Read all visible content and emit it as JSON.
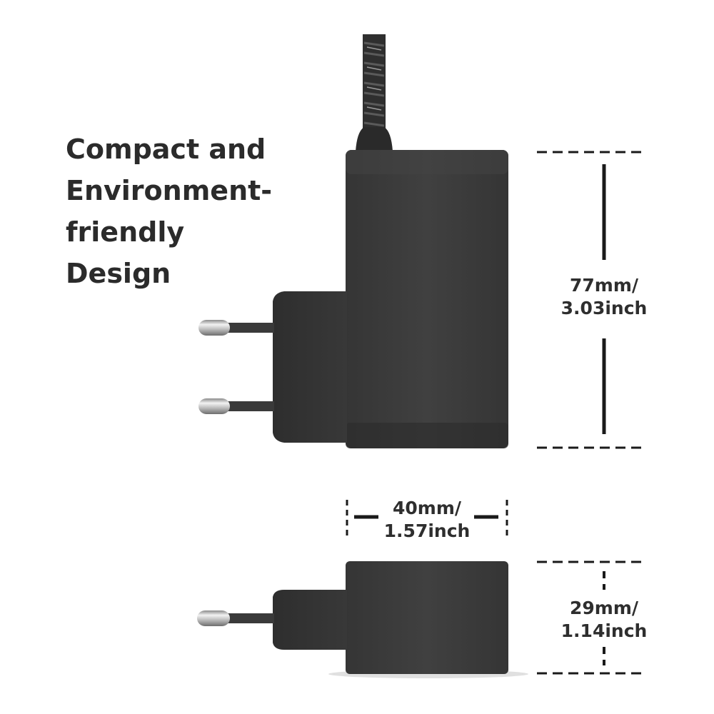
{
  "headline": {
    "lines": [
      "Compact and",
      "Environment-",
      "friendly",
      "Design"
    ]
  },
  "dimensions": {
    "height": {
      "line1": "77mm/",
      "line2": "3.03inch"
    },
    "width": {
      "line1": "40mm/",
      "line2": "1.57inch"
    },
    "depth": {
      "line1": "29mm/",
      "line2": "1.14inch"
    }
  },
  "colors": {
    "charger_body": "#3a3a3a",
    "dimension_lines": "#1a1a1a",
    "text": "#2b2b2b",
    "prong_metal": "#c9c9c9"
  }
}
